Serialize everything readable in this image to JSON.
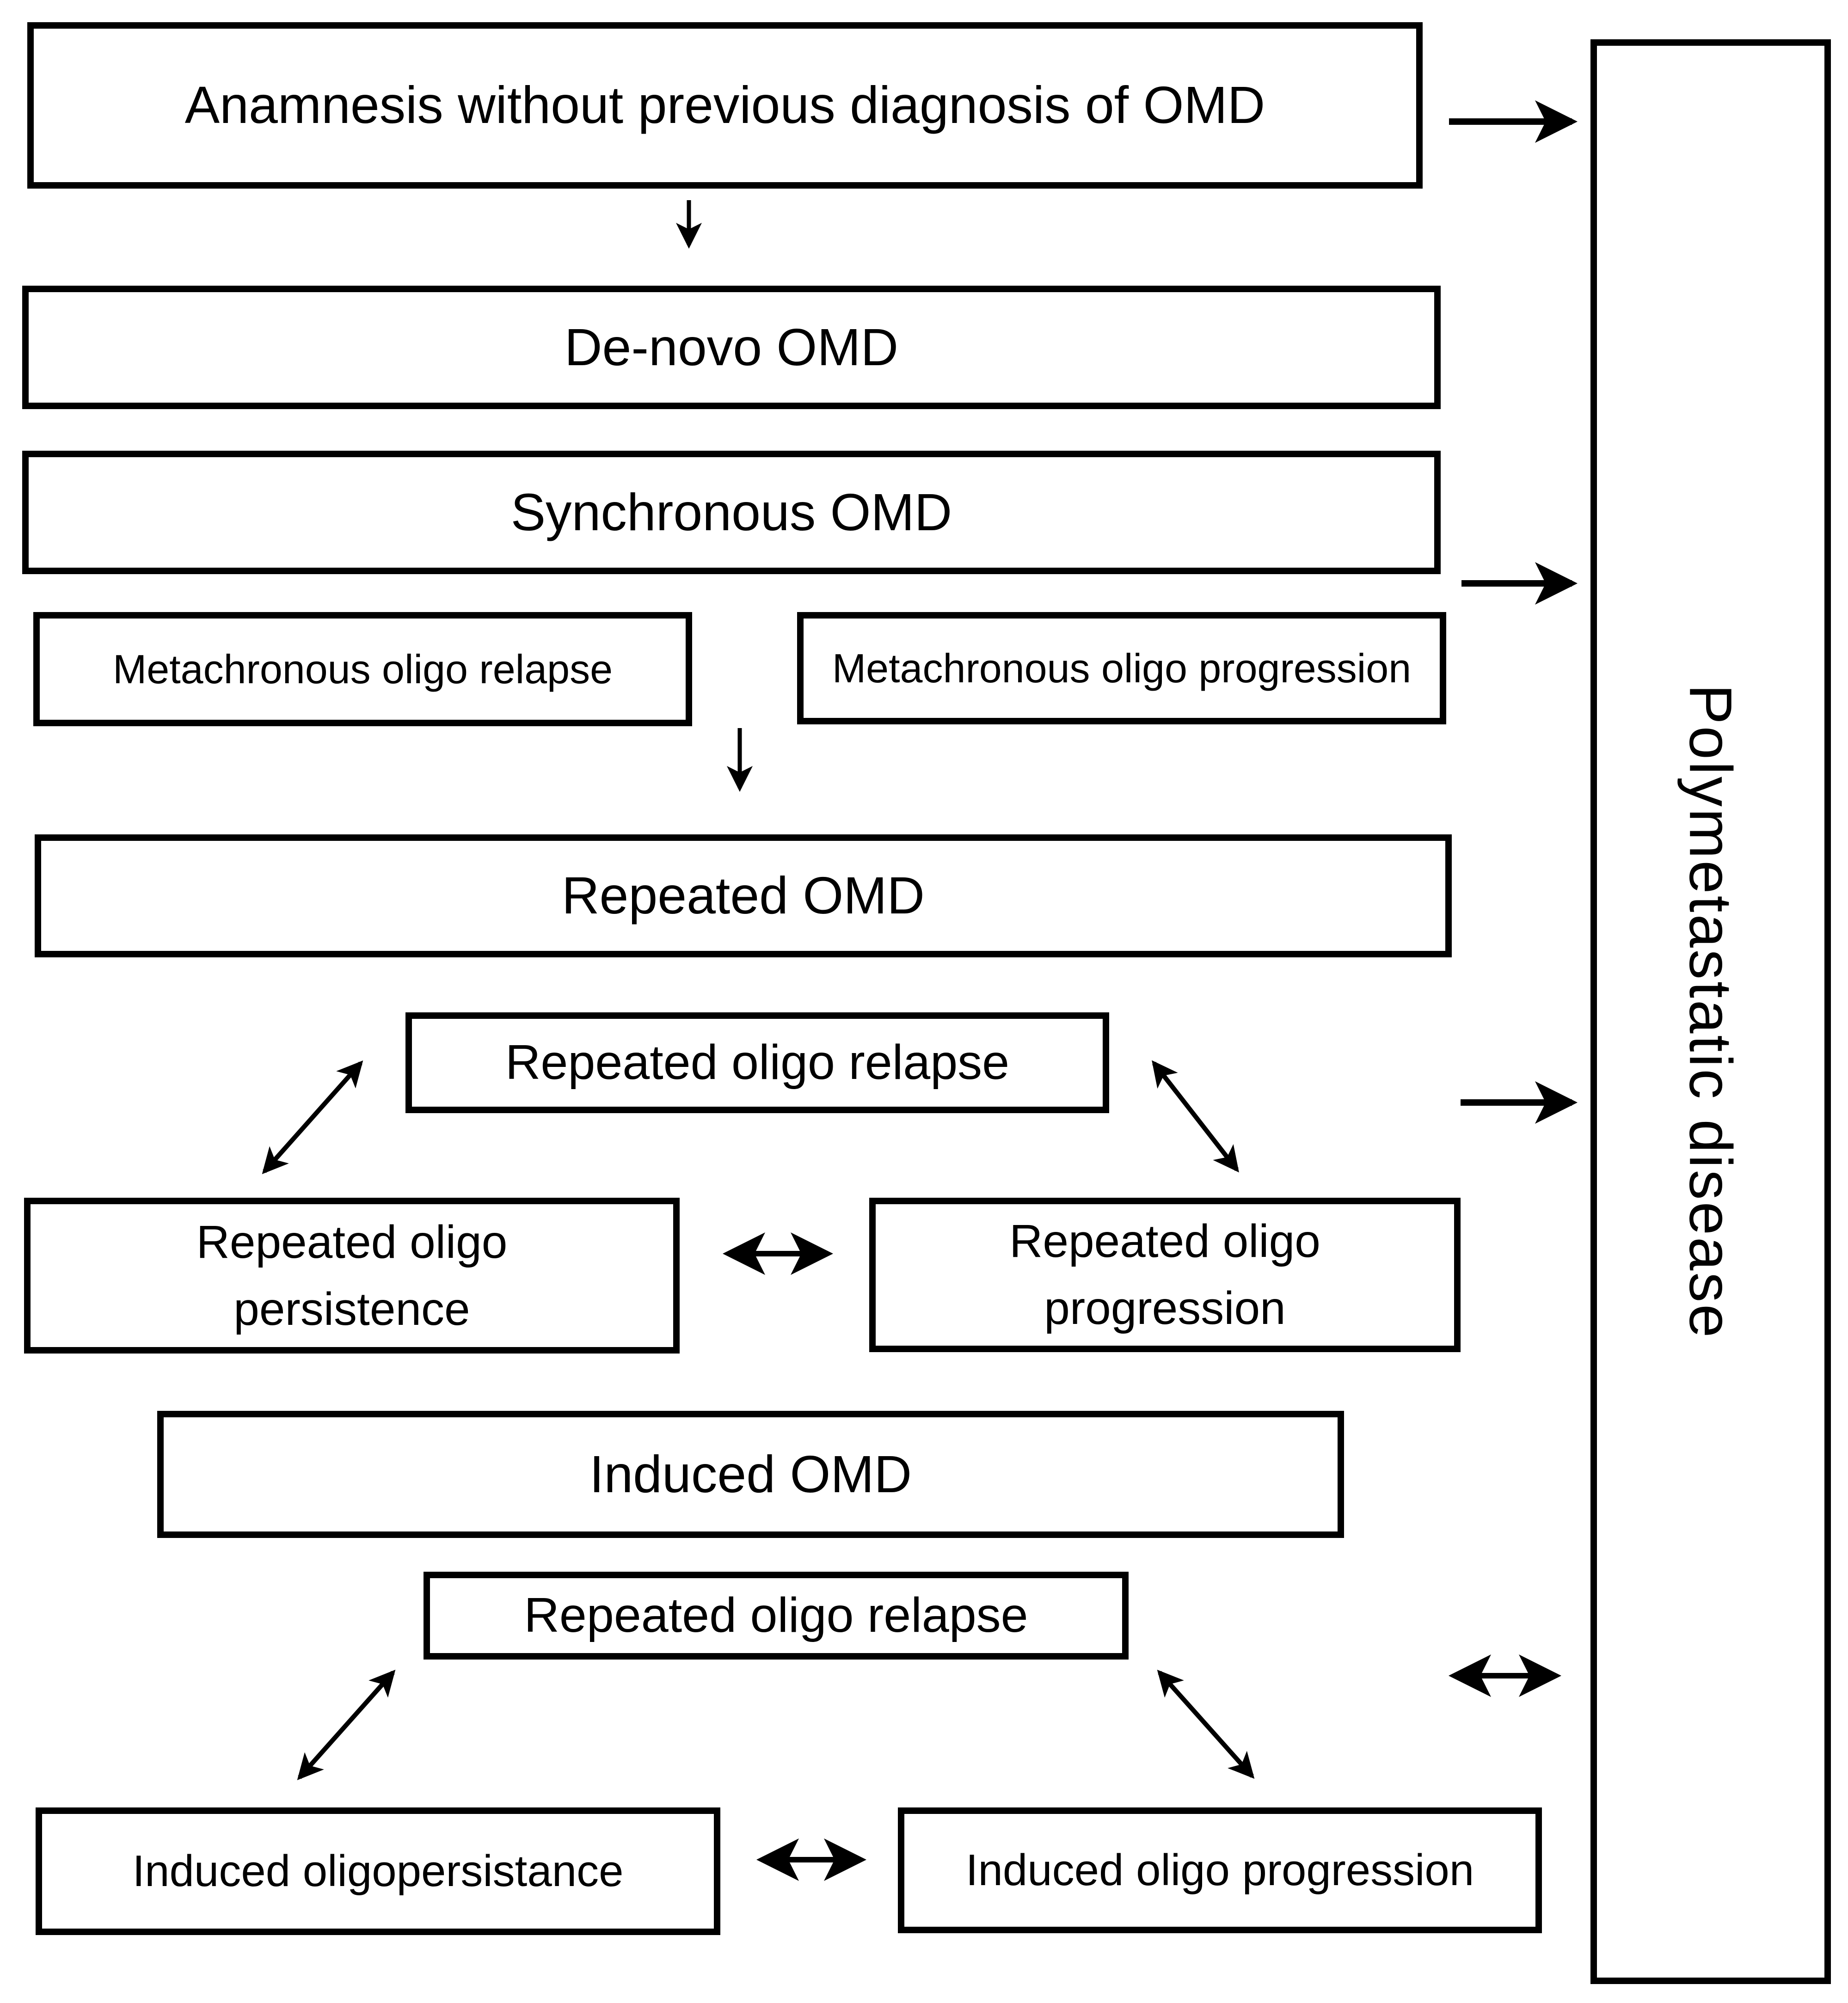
{
  "diagram": {
    "background_color": "#ffffff",
    "line_color": "#000000",
    "nodes": {
      "anamnesis": {
        "label": "Anamnesis without previous diagnosis of OMD"
      },
      "de_novo": {
        "label": "De-novo OMD"
      },
      "synchronous": {
        "label": "Synchronous OMD"
      },
      "metachronous_relapse": {
        "label": "Metachronous oligo relapse"
      },
      "metachronous_progression": {
        "label": "Metachronous oligo progression"
      },
      "repeated_omd": {
        "label": "Repeated OMD"
      },
      "repeated_oligo_relapse_upper": {
        "label": "Repeated oligo relapse"
      },
      "repeated_oligo_persistence": {
        "label": "Repeated oligo\npersistence"
      },
      "repeated_oligo_progression": {
        "label": "Repeated oligo\nprogression"
      },
      "induced_omd": {
        "label": "Induced OMD"
      },
      "repeated_oligo_relapse_lower": {
        "label": "Repeated oligo relapse"
      },
      "induced_oligopersistance": {
        "label": "Induced oligopersistance"
      },
      "induced_oligo_progression": {
        "label": "Induced oligo progression"
      },
      "polymetastatic": {
        "label": "Polymetastatic disease"
      }
    },
    "connections": [
      {
        "from": "anamnesis",
        "to": "de_novo",
        "style": "single-arrow"
      },
      {
        "from": "anamnesis",
        "to": "polymetastatic",
        "style": "single-arrow"
      },
      {
        "from": "synchronous",
        "to": "polymetastatic",
        "style": "single-arrow"
      },
      {
        "from": "metachronous_boxes",
        "to": "repeated_omd",
        "style": "single-arrow"
      },
      {
        "from": "repeated_oligo_relapse_upper",
        "to": "polymetastatic",
        "style": "single-arrow"
      },
      {
        "from": "repeated_oligo_persistence",
        "to": "repeated_oligo_relapse_upper",
        "style": "double-arrow"
      },
      {
        "from": "repeated_oligo_progression",
        "to": "repeated_oligo_relapse_upper",
        "style": "double-arrow"
      },
      {
        "from": "repeated_oligo_persistence",
        "to": "repeated_oligo_progression",
        "style": "double-arrow"
      },
      {
        "from": "repeated_oligo_relapse_lower",
        "to": "polymetastatic",
        "style": "double-arrow"
      },
      {
        "from": "induced_oligopersistance",
        "to": "repeated_oligo_relapse_lower",
        "style": "double-arrow"
      },
      {
        "from": "induced_oligo_progression",
        "to": "repeated_oligo_relapse_lower",
        "style": "double-arrow"
      },
      {
        "from": "induced_oligopersistance",
        "to": "induced_oligo_progression",
        "style": "double-arrow"
      }
    ]
  }
}
